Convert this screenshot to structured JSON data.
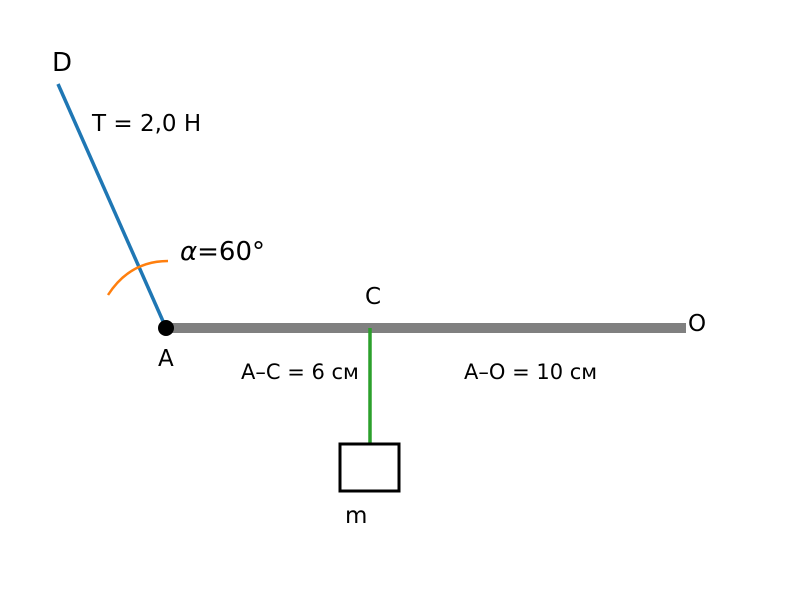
{
  "labels": {
    "point_d": "D",
    "tension": "T = 2,0 Н",
    "alpha_symbol": "α",
    "alpha_value": "=60°",
    "point_c": "C",
    "point_o": "O",
    "point_a": "A",
    "distance_ac": "A–C = 6 см",
    "distance_ao": "A–O = 10 см",
    "mass": "m"
  },
  "colors": {
    "cable": "#1f77b4",
    "angle_arc": "#ff7f0e",
    "hanging_string": "#2ca02c",
    "beam": "#808080",
    "hinge": "#000000",
    "weight_outline": "#000000"
  }
}
